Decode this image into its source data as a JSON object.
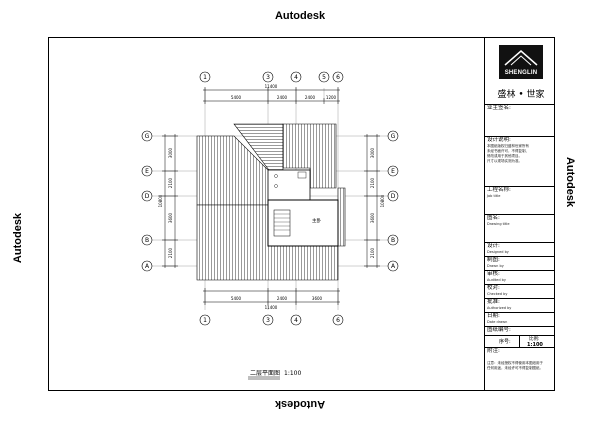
{
  "watermarks": {
    "top": "Autodesk",
    "bottom": "Autodesk",
    "left": "Autodesk",
    "right": "Autodesk"
  },
  "title_block": {
    "logo_text": "SHENGLIN",
    "brand": "盛林 • 世家",
    "owner_label": "业主签名:",
    "design_notes_label": "设计说明:",
    "design_notes_lines": [
      "本图纸版权归盛林世家所有",
      "未经书面许可，不得复制、",
      "修改或用于其他项目。",
      "尺寸以现场实测为准。"
    ],
    "project_label": "工程名称:",
    "project_en": "Job title",
    "drawing_label": "图名:",
    "drawing_en": "Drawing title",
    "design_label": "设计:",
    "design_en": "Designed by",
    "drafting_label": "制图:",
    "drafting_en": "Drawn by",
    "review_label": "审核:",
    "review_en": "Audited by",
    "check_label": "校对:",
    "check_en": "Checked by",
    "approve_label": "批准:",
    "approve_en": "Authorized by",
    "date_label": "日期:",
    "date_en": "Date drawn",
    "drawing_no_label": "图纸编号:",
    "seq_label": "序号:",
    "scale_label": "比例:",
    "scale_value": "1:100",
    "remarks_label": "附注:",
    "remarks_lines": [
      "注意：未经授权不得使用本图纸用于",
      "任何用途，未经许可不得复制图纸。"
    ]
  },
  "plan": {
    "title": "二层平面图",
    "scale": "1:100",
    "axes_top": [
      "1",
      "3",
      "4",
      "5",
      "6"
    ],
    "axes_bottom": [
      "1",
      "3",
      "4",
      "6"
    ],
    "axes_side": [
      "G",
      "E",
      "D",
      "B",
      "A"
    ],
    "top_dims": [
      "5400",
      "2400",
      "2400",
      "1200"
    ],
    "top_total": "11400",
    "bottom_dims": [
      "5400",
      "2400",
      "3600"
    ],
    "bottom_total": "11400",
    "left_dims": [
      "3000",
      "2100",
      "3600",
      "2100"
    ],
    "left_total": "10800",
    "right_dims": [
      "3000",
      "2100",
      "3600",
      "2100"
    ],
    "right_total": "10800",
    "room_label": "主卧"
  }
}
